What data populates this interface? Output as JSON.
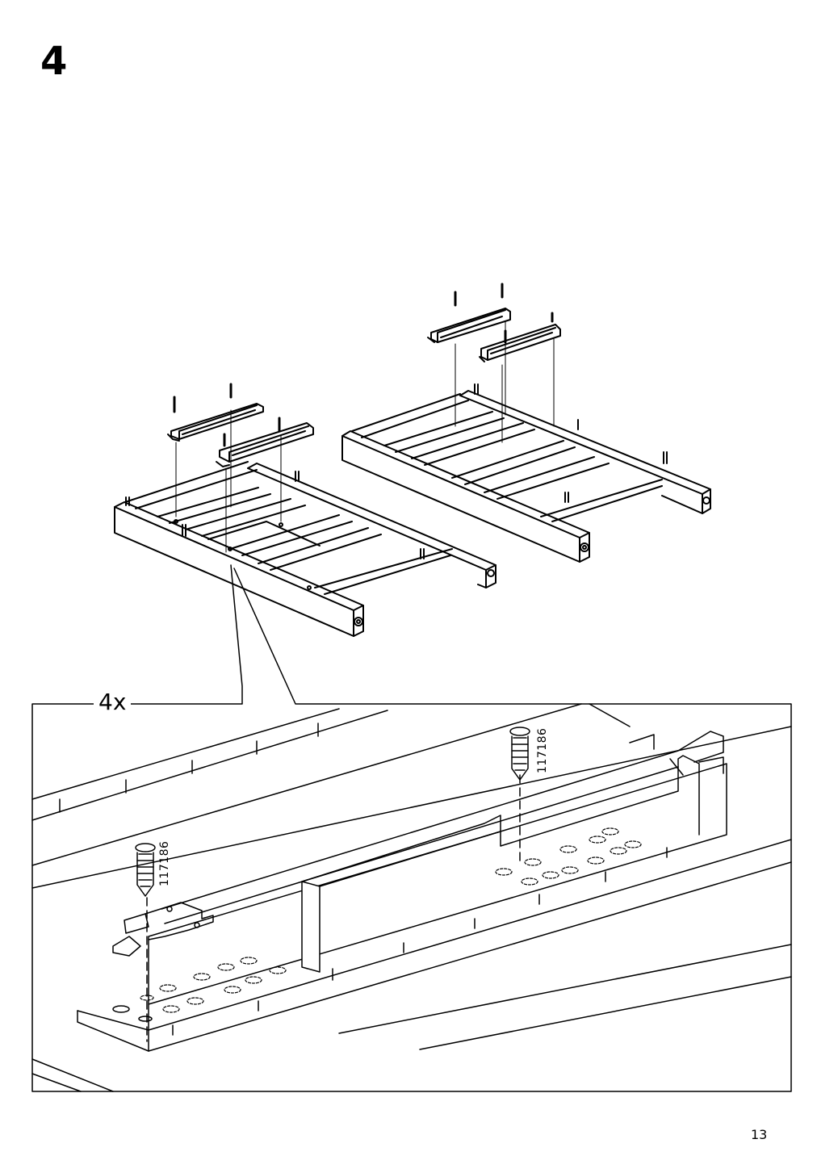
{
  "step": {
    "number": "4"
  },
  "detail": {
    "quantity": "4x",
    "screw_part_1": "117186",
    "screw_part_2": "117186"
  },
  "page": {
    "number": "13"
  }
}
